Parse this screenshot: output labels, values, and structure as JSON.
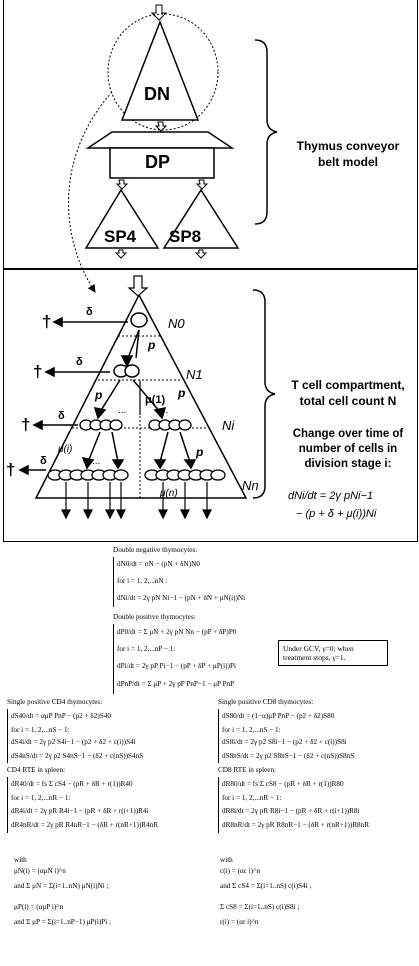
{
  "conveyor": {
    "cells": [
      "DN",
      "DP",
      "SP4",
      "SP8"
    ],
    "label_line1": "Thymus conveyor",
    "label_line2": "belt model"
  },
  "compartment": {
    "stages": [
      "N0",
      "N1",
      "Ni",
      "Nn"
    ],
    "symbols": {
      "p": "p",
      "delta": "δ",
      "mu1": "μ(1)",
      "mui": "μ(i)",
      "mun": "μ(n)",
      "dagger": "†",
      "dots": "..."
    },
    "label_line1": "T cell compartment,",
    "label_line2": "total cell count N",
    "change_line1": "Change over time of",
    "change_line2": "number of cells in",
    "change_line3": "division stage i:",
    "eq_line1": "dNi/dt = 2γ pNi−1",
    "eq_line2": "− (p + δ + μ(i))Ni"
  },
  "equations": {
    "dn_title": "Double negative thymocytes:",
    "dn_eq1": "dN0/dt = σN − (pN + δN)N0",
    "dn_loop": "for i = 1, 2,...nN :",
    "dn_eq2": "dNi/dt = 2γ pN Ni−1 − (pN + δN + μN(i))Ni",
    "dp_title": "Double positive thymocytes:",
    "dp_eq1": "dP0/dt = Σ μN + 2γ pN Nn − (pP + δP)P0",
    "dp_loop": "for i = 1, 2,...nP − 1:",
    "dp_eq2": "dPi/dt = 2γ pP Pi−1 − (pP + δP + μP(i))Pi",
    "dp_eq3": "dPnP/dt = Σ μP + 2γ pP PnP−1 − μP PnP",
    "gcv_note_1": "Under GCV, γ=0; when",
    "gcv_note_2": "treatment stops, γ=1.",
    "sp4_title": "Single positive CD4 thymocytes:",
    "sp4_eq1": "dS40/dt = αμP PnP − (p2 + δ2)S40",
    "sp4_loop": "for i = 1, 2,...nS − 1:",
    "sp4_eq2": "dS4i/dt = 2γ p2 S4i−1 − (p2 + δ2 + c(i))S4i",
    "sp4_eq3": "dS4nS/dt = 2γ p2 S4nS−1 − (δ2 + c(nS))S4nS",
    "sp8_title": "Single positive CD8 thymocytes:",
    "sp8_eq1": "dS80/dt = (1−α)μP PnP − (p2 + δ2)S80",
    "sp8_loop": "for i = 1, 2,...nS − 1:",
    "sp8_eq2": "dS8i/dt = 2γ p2 S8i−1 − (p2 + δ2 + c(i))S8i",
    "sp8_eq3": "dS8nS/dt = 2γ p2 S8nS−1 − (δ2 + c(nS))S8nS",
    "cd4_rte_title": "CD4 RTE in spleen:",
    "cd4_eq1": "dR40/dt = fs Σ cS4 − (pR + δR + r(1))R40",
    "cd4_loop": "for i = 1, 2,...nR − 1:",
    "cd4_eq2": "dR4i/dt = 2γ pR R4i−1 − (pR + δR + r(i+1))R4i",
    "cd4_eq3": "dR4nR/dt = 2γ pR R4nR−1 − (δR + r(nR+1))R4nR",
    "cd8_rte_title": "CD8 RTE in spleen:",
    "cd8_eq1": "dR80/dt = fs Σ cS8 − (pR + δR + r(1))R80",
    "cd8_loop": "for i = 1, 2,...nR − 1:",
    "cd8_eq2": "dR8i/dt = 2γ pR R8i−1 − (pR + δR + r(i+1))R8i",
    "cd8_eq3": "dR8nR/dt = 2γ pR R8nR−1 − (δR + r(nR+1))R8nR",
    "with_left": "with",
    "wl1": "μN(i) = (αμN i)^n",
    "wl2": "and Σ μN = Σ(i=1..nN) μN(i)Ni ;",
    "wl3": "μP(i) = (αμP i)^n",
    "wl4": "and Σ μP = Σ(i=1..nP−1) μP(i)Pi ;",
    "with_right": "with",
    "wr1": "c(i) = (αc i)^n",
    "wr2": "and Σ cS4 = Σ(i=1..nS) c(i)S4i ,",
    "wr3": "Σ cS8 = Σ(i=1..nS) c(i)S8i ;",
    "wr4": "r(i) = (αr i)^n"
  }
}
